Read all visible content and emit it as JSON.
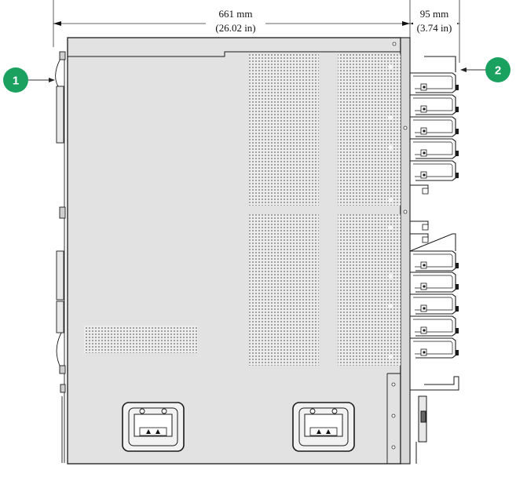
{
  "dimensions": {
    "depth_main_mm": "661 mm",
    "depth_main_in": "(26.02 in)",
    "depth_handle_mm": "95 mm",
    "depth_handle_in": "(3.74 in)"
  },
  "callouts": [
    {
      "label": "1"
    },
    {
      "label": "2"
    }
  ],
  "colors": {
    "callout": "#1aa15f",
    "chassis_fill": "#e2e2e2",
    "outline": "#1a1a1a",
    "mesh": "#9a9a9a"
  }
}
